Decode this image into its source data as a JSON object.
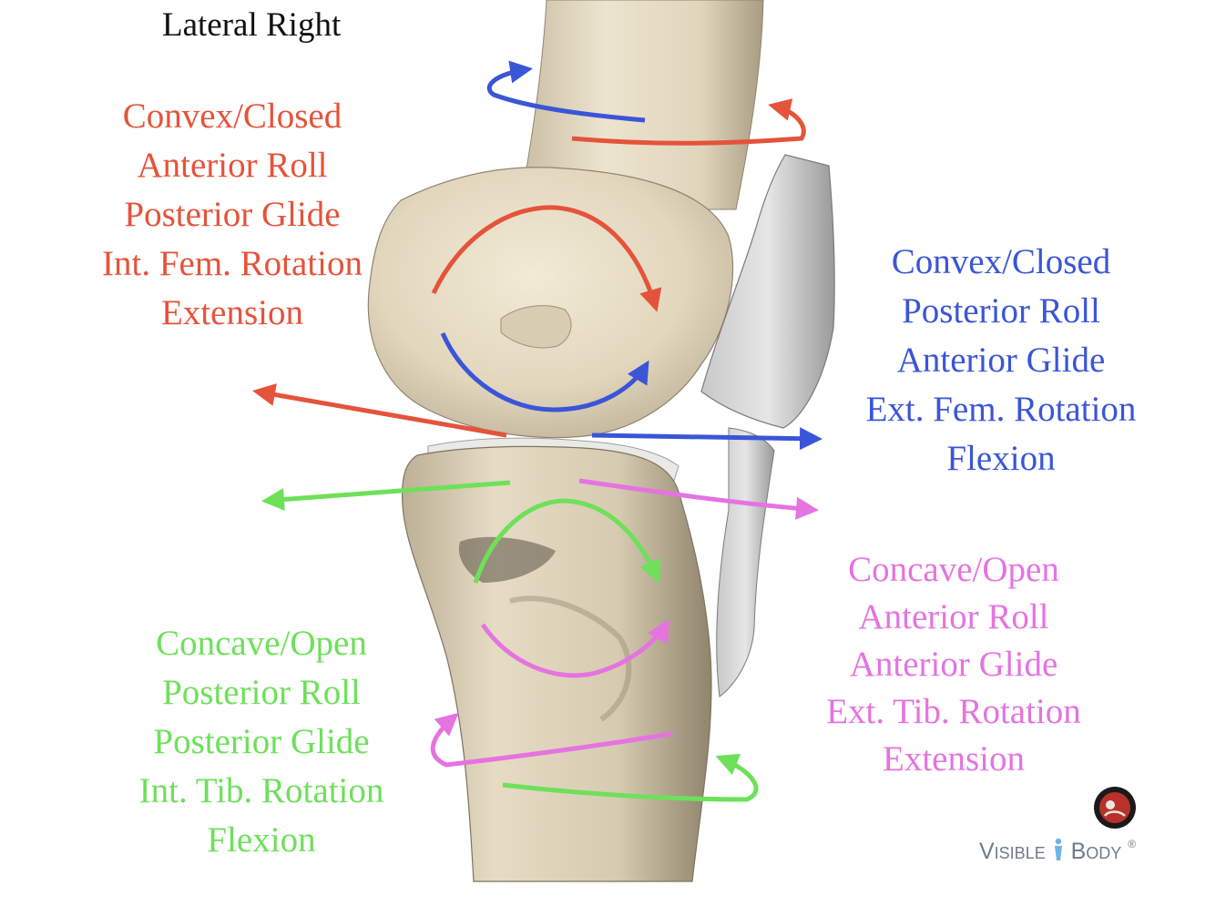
{
  "title": "Lateral Right",
  "colors": {
    "red": "#e5533a",
    "blue": "#3a55d8",
    "green": "#6ee05a",
    "pink": "#e573e0",
    "bone": "#e8dfc9"
  },
  "femur_closed_chain": {
    "lines": [
      "Convex/Closed",
      "Anterior Roll",
      "Posterior Glide",
      "Int. Fem. Rotation",
      "Extension"
    ]
  },
  "femur_closed_chain_flexion": {
    "lines": [
      "Convex/Closed",
      "Posterior Roll",
      "Anterior Glide",
      "Ext. Fem. Rotation",
      "Flexion"
    ]
  },
  "tibia_open_chain_extension": {
    "lines": [
      "Concave/Open",
      "Anterior Roll",
      "Anterior Glide",
      "Ext. Tib. Rotation",
      "Extension"
    ]
  },
  "tibia_open_chain_flexion": {
    "lines": [
      "Concave/Open",
      "Posterior Roll",
      "Posterior Glide",
      "Int. Tib. Rotation",
      "Flexion"
    ]
  },
  "logo": {
    "brand_part1": "Visible",
    "brand_part2": "Body",
    "mark": "®",
    "icon": "human-figure-icon"
  }
}
